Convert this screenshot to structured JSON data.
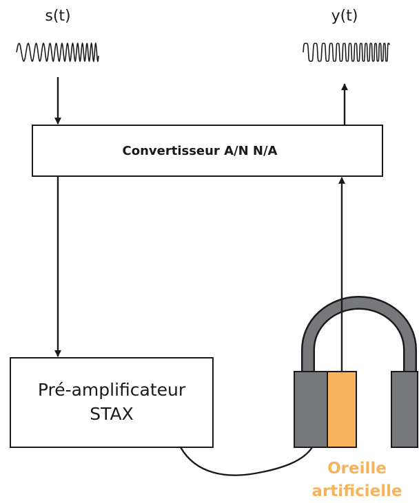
{
  "signals": {
    "input_label": "s(t)",
    "output_label": "y(t)"
  },
  "converter": {
    "label": "Convertisseur A/N N/A"
  },
  "preamp": {
    "line1": "Pré-amplificateur",
    "line2": "STAX"
  },
  "artificial_ear": {
    "line1": "Oreille",
    "line2": "artificielle"
  },
  "colors": {
    "stroke": "#1a1a1a",
    "headphone_gray": "#77787b",
    "ear_orange": "#f7b35b"
  }
}
